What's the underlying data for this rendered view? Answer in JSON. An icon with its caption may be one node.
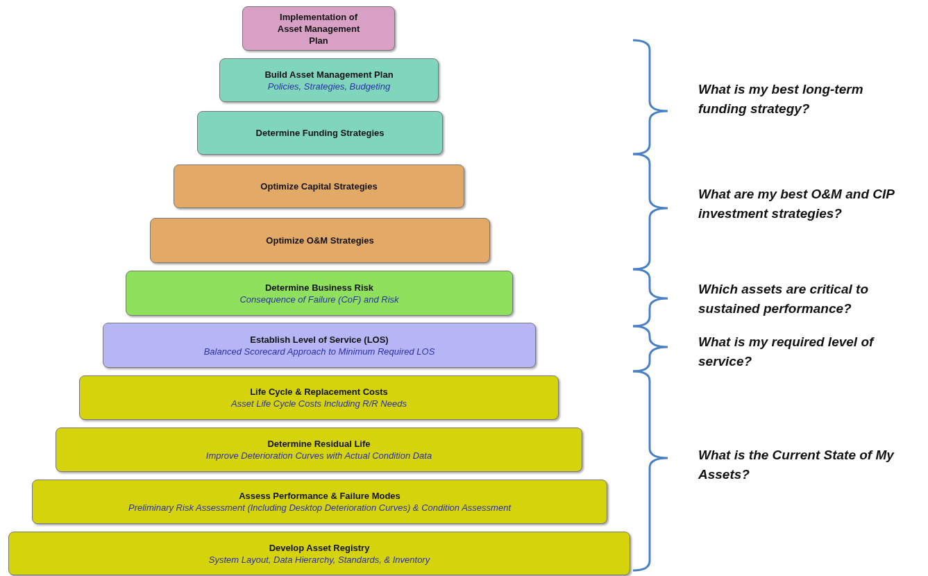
{
  "diagram": {
    "nodes": [
      {
        "text": [
          "Implementation of Asset Management Plan"
        ]
      },
      {
        "text": [
          "Build Asset Management Plan",
          "Policies, Strategies, Budgeting"
        ]
      },
      {
        "text": [
          "Determine Funding Strategies"
        ]
      },
      {
        "text": [
          "Optimize Capital Strategies"
        ]
      },
      {
        "text": [
          "Optimize O&M Strategies"
        ]
      },
      {
        "text": [
          "Determine Business Risk",
          "Consequence of Failure (CoF) and Risk"
        ]
      },
      {
        "text": [
          "Establish Level of Service (LOS)",
          "Balanced Scorecard Approach to Minimum Required LOS"
        ]
      },
      {
        "text": [
          "Life Cycle & Replacement Costs",
          "Asset Life Cycle Costs Including R/R Needs"
        ]
      },
      {
        "text": [
          "Determine Residual Life",
          "Improve Deterioration Curves with Actual Condition Data"
        ]
      },
      {
        "text": [
          "Assess Performance & Failure Modes",
          "Preliminary Risk Assessment (Including Desktop Deterioration Curves) & Condition Assessment"
        ]
      },
      {
        "text": [
          "Develop Asset Registry",
          "System Layout, Data Hierarchy, Standards, & Inventory"
        ]
      }
    ],
    "edges": [],
    "labels": [
      "What is my best long-term funding strategy?",
      "What are my best O&M and CIP investment strategies?",
      "Which assets are critical to sustained performance?",
      "What is my required level of service?",
      "What is the Current State of My Assets?"
    ]
  }
}
